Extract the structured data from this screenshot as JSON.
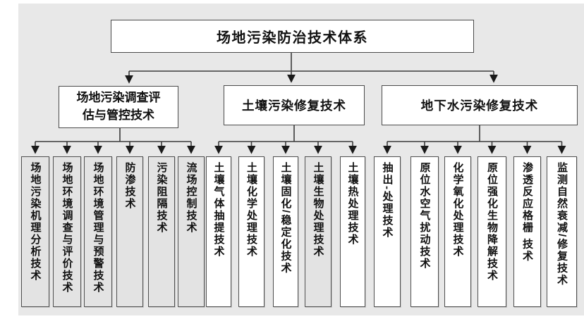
{
  "title": "场地污染防治技术体系",
  "colors": {
    "canvas_bg": "#e8e8e8",
    "node_fill_white": "#ffffff",
    "node_fill_gray": "#e3e3e3",
    "node_border": "#4a4a4a",
    "connector_line": "#3a3a3a",
    "text": "#111111"
  },
  "branches": [
    {
      "label": "场地污染调查评估与管控技术",
      "label_lines": [
        "场地污染调查评",
        "估与管控技术"
      ],
      "children": [
        {
          "label": "场地污染机理分析技术",
          "fill": "gray"
        },
        {
          "label": "场地环境调查与评价技术",
          "fill": "gray"
        },
        {
          "label": "场地环境管理与预警技术",
          "fill": "gray"
        },
        {
          "label": "防渗技术",
          "fill": "gray"
        },
        {
          "label": "污染阻隔技术",
          "fill": "gray"
        },
        {
          "label": "流场控制技术",
          "fill": "gray"
        }
      ]
    },
    {
      "label": "土壤污染修复技术",
      "label_lines": [
        "土壤污染修复技术"
      ],
      "children": [
        {
          "label": "土壤气体抽提技术",
          "fill": "white"
        },
        {
          "label": "土壤化学处理技术",
          "fill": "white"
        },
        {
          "label": "土壤固化/稳定化技术",
          "fill": "white"
        },
        {
          "label": "土壤生物处理技术",
          "fill": "gray"
        },
        {
          "label": "土壤热处理技术",
          "fill": "white"
        }
      ]
    },
    {
      "label": "地下水污染修复技术",
      "label_lines": [
        "地下水污染修复技术"
      ],
      "children": [
        {
          "label": "抽出-处理技术",
          "fill": "white"
        },
        {
          "label": "原位水空气扰动技术",
          "fill": "white"
        },
        {
          "label": "化学氧化处理技术",
          "fill": "white"
        },
        {
          "label": "原位强化生物降解技术",
          "fill": "white"
        },
        {
          "label": "渗透反应格栅 技术",
          "fill": "white"
        },
        {
          "label": "监测自然衰减/修复技术",
          "fill": "white"
        }
      ]
    }
  ]
}
